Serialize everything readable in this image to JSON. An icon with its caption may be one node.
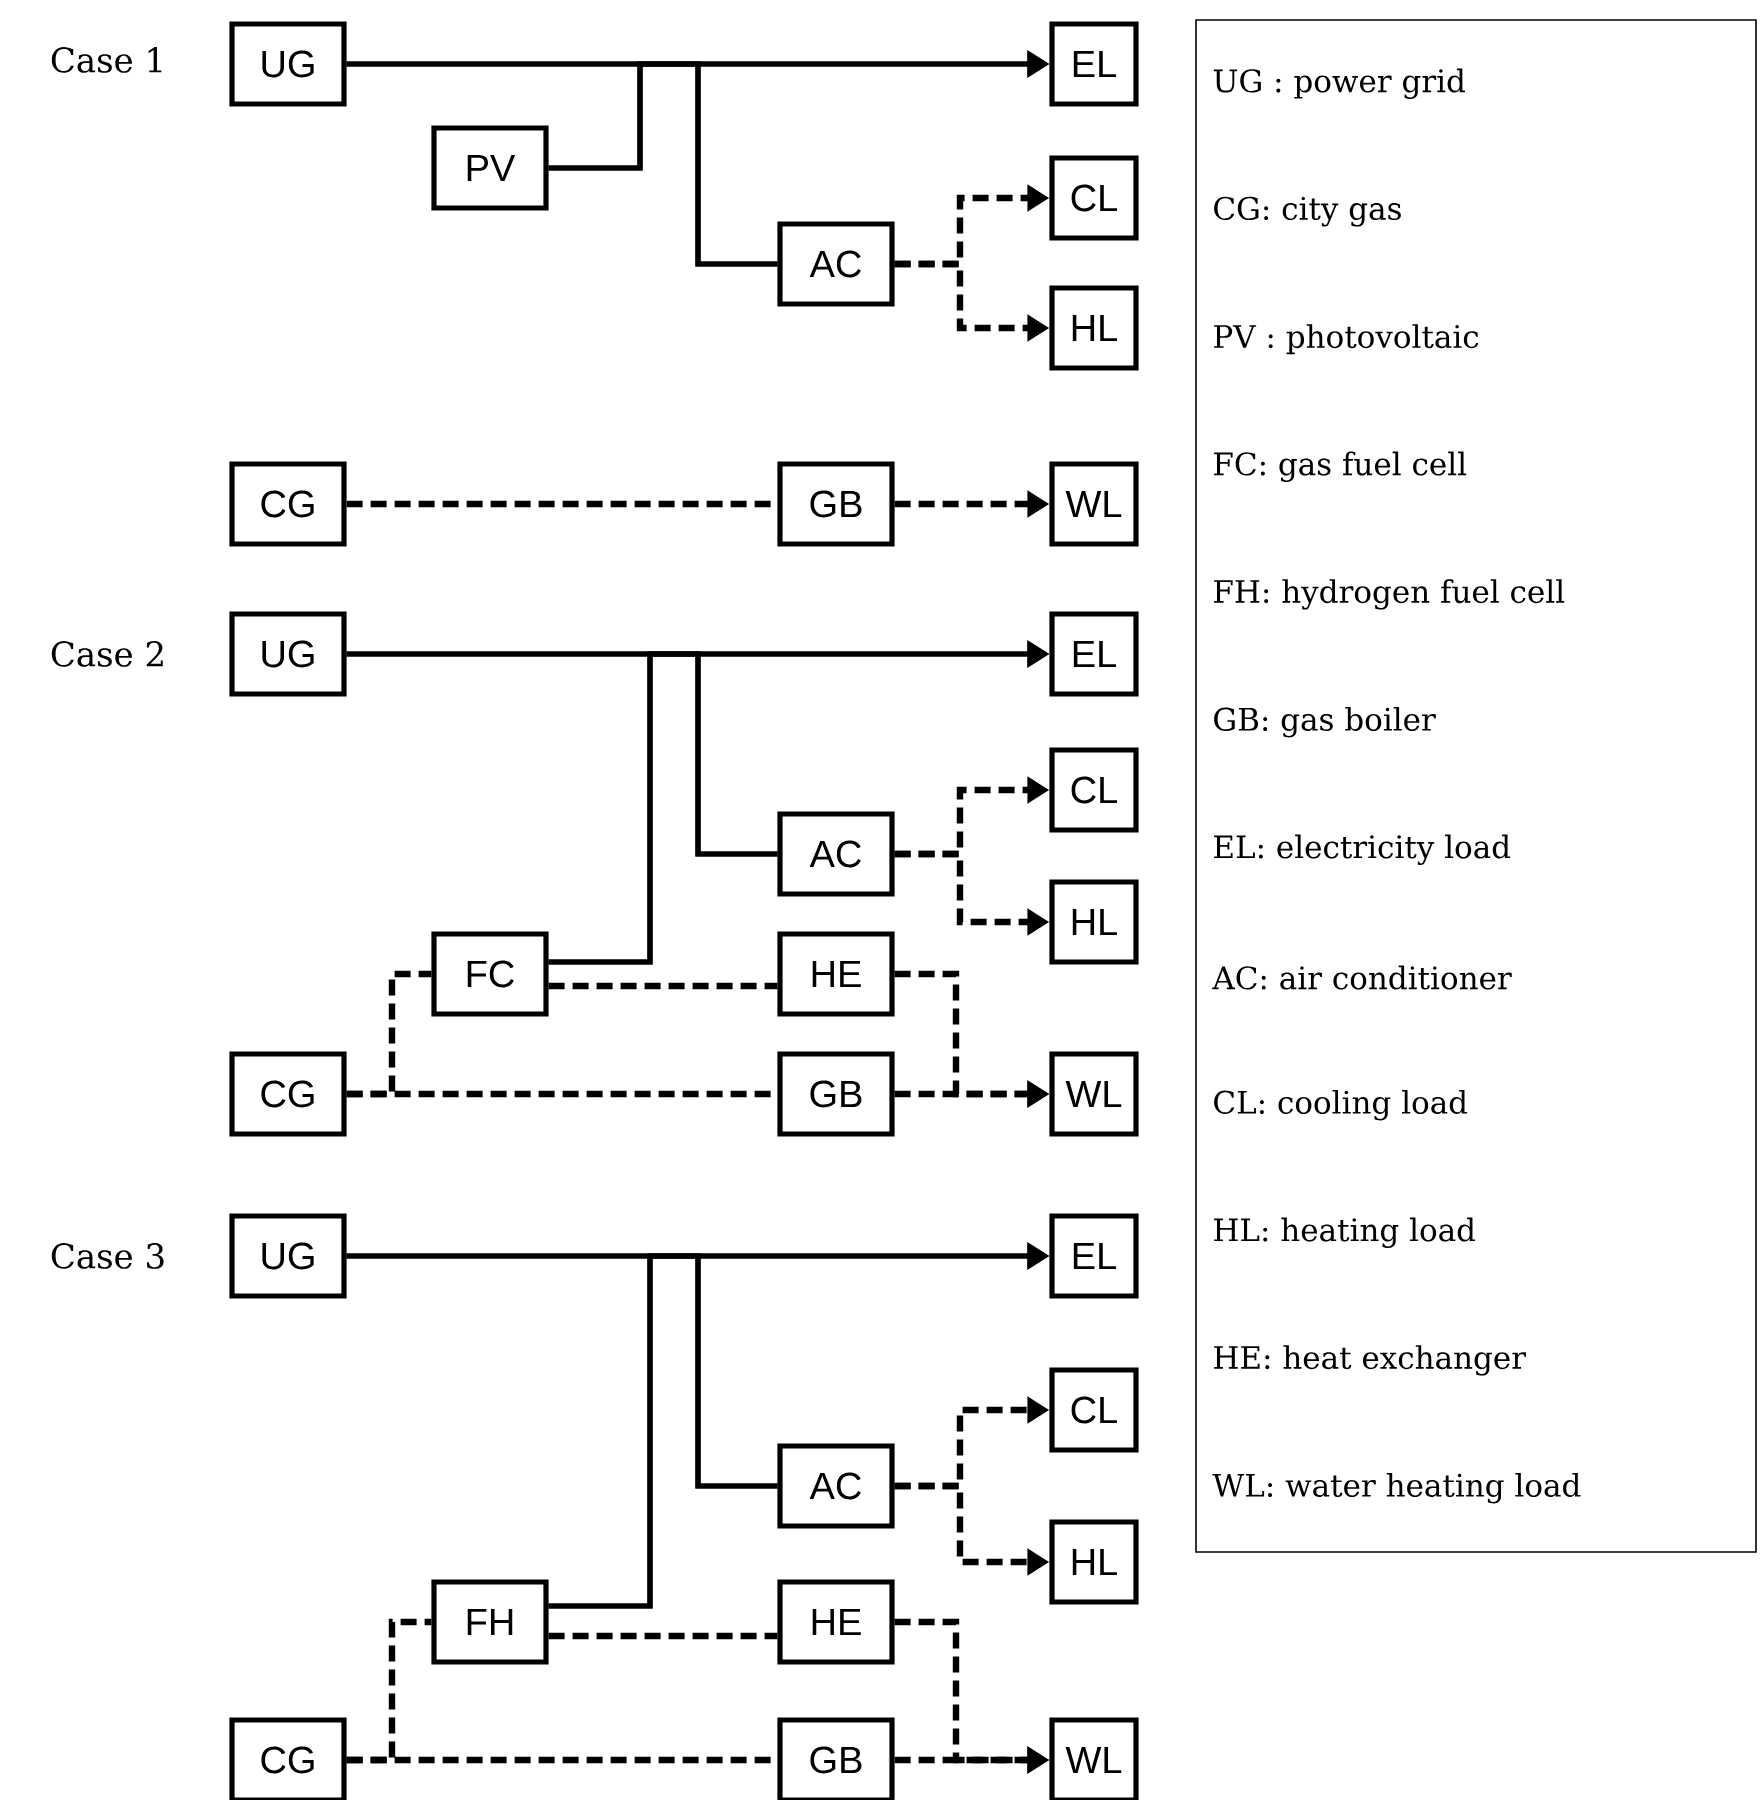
{
  "diagram": {
    "nodes": [
      {
        "text": [
          "UG"
        ]
      },
      {
        "text": [
          "EL"
        ]
      },
      {
        "text": [
          "PV"
        ]
      },
      {
        "text": [
          "CL"
        ]
      },
      {
        "text": [
          "AC"
        ]
      },
      {
        "text": [
          "HL"
        ]
      },
      {
        "text": [
          "CG"
        ]
      },
      {
        "text": [
          "GB"
        ]
      },
      {
        "text": [
          "WL"
        ]
      },
      {
        "text": [
          "UG"
        ]
      },
      {
        "text": [
          "EL"
        ]
      },
      {
        "text": [
          "CL"
        ]
      },
      {
        "text": [
          "AC"
        ]
      },
      {
        "text": [
          "HL"
        ]
      },
      {
        "text": [
          "FC"
        ]
      },
      {
        "text": [
          "HE"
        ]
      },
      {
        "text": [
          "CG"
        ]
      },
      {
        "text": [
          "GB"
        ]
      },
      {
        "text": [
          "WL"
        ]
      },
      {
        "text": [
          "UG"
        ]
      },
      {
        "text": [
          "EL"
        ]
      },
      {
        "text": [
          "CL"
        ]
      },
      {
        "text": [
          "AC"
        ]
      },
      {
        "text": [
          "HL"
        ]
      },
      {
        "text": [
          "FH"
        ]
      },
      {
        "text": [
          "HE"
        ]
      },
      {
        "text": [
          "CG"
        ]
      },
      {
        "text": [
          "GB"
        ]
      },
      {
        "text": [
          "WL"
        ]
      }
    ],
    "edges": [
      {
        "from": 0,
        "to": 1,
        "arrow": "to"
      },
      {
        "from": 0,
        "to": 4,
        "arrow": "none"
      },
      {
        "from": 2,
        "to": 1,
        "arrow": "to"
      },
      {
        "from": 2,
        "to": 4,
        "arrow": "none"
      },
      {
        "from": 4,
        "to": 3,
        "arrow": "to",
        "style": "dashed"
      },
      {
        "from": 4,
        "to": 5,
        "arrow": "to",
        "style": "dashed"
      },
      {
        "from": 6,
        "to": 7,
        "arrow": "none",
        "style": "dashed"
      },
      {
        "from": 7,
        "to": 8,
        "arrow": "to",
        "style": "dashed"
      },
      {
        "from": 9,
        "to": 10,
        "arrow": "to"
      },
      {
        "from": 9,
        "to": 12,
        "arrow": "none"
      },
      {
        "from": 14,
        "to": 10,
        "arrow": "to"
      },
      {
        "from": 14,
        "to": 12,
        "arrow": "none"
      },
      {
        "from": 12,
        "to": 11,
        "arrow": "to",
        "style": "dashed"
      },
      {
        "from": 12,
        "to": 13,
        "arrow": "to",
        "style": "dashed"
      },
      {
        "from": 16,
        "to": 14,
        "arrow": "none",
        "style": "dashed"
      },
      {
        "from": 16,
        "to": 17,
        "arrow": "none",
        "style": "dashed"
      },
      {
        "from": 14,
        "to": 15,
        "arrow": "none",
        "style": "dashed"
      },
      {
        "from": 15,
        "to": 18,
        "arrow": "to",
        "style": "dashed"
      },
      {
        "from": 17,
        "to": 18,
        "arrow": "to",
        "style": "dashed"
      },
      {
        "from": 19,
        "to": 20,
        "arrow": "to"
      },
      {
        "from": 19,
        "to": 22,
        "arrow": "none"
      },
      {
        "from": 24,
        "to": 20,
        "arrow": "to"
      },
      {
        "from": 24,
        "to": 22,
        "arrow": "none"
      },
      {
        "from": 22,
        "to": 21,
        "arrow": "to",
        "style": "dashed"
      },
      {
        "from": 22,
        "to": 23,
        "arrow": "to",
        "style": "dashed"
      },
      {
        "from": 26,
        "to": 24,
        "arrow": "none",
        "style": "dashed"
      },
      {
        "from": 26,
        "to": 27,
        "arrow": "none",
        "style": "dashed"
      },
      {
        "from": 24,
        "to": 25,
        "arrow": "none",
        "style": "dashed"
      },
      {
        "from": 25,
        "to": 28,
        "arrow": "to",
        "style": "dashed"
      },
      {
        "from": 27,
        "to": 28,
        "arrow": "to",
        "style": "dashed"
      }
    ],
    "labels": [
      "Case 1",
      "Case 2",
      "Case 3",
      "UG : power grid",
      "CG: city gas",
      "PV : photovoltaic",
      "FC: gas fuel cell",
      "FH: hydrogen fuel cell",
      "GB: gas boiler",
      "EL: electricity load",
      "AC: air conditioner",
      "CL: cooling load",
      "HL: heating load",
      "HE: heat exchanger",
      "WL: water heating load"
    ]
  }
}
